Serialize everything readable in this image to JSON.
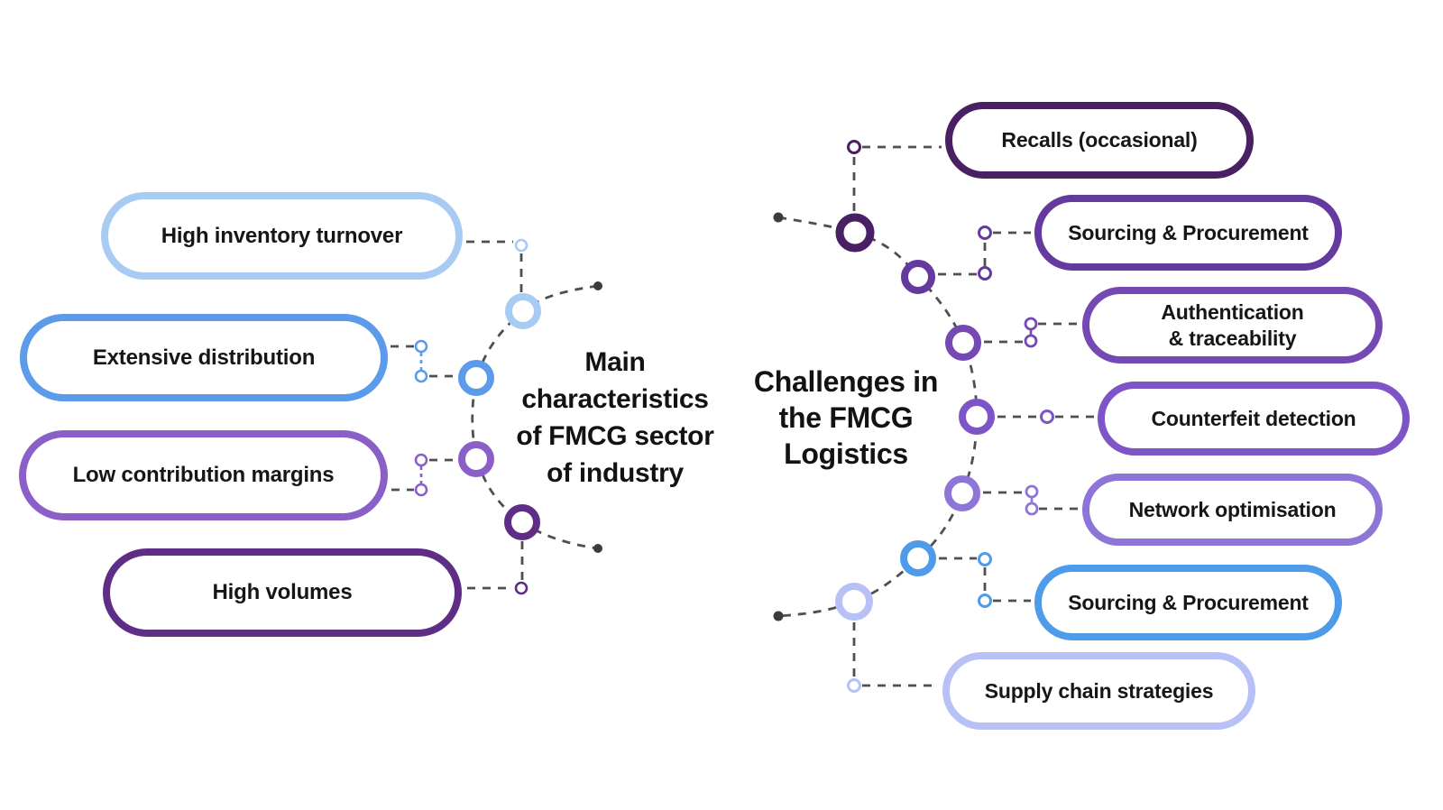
{
  "background": "#ffffff",
  "palette": {
    "dash_line": "#4f4f4f",
    "end_dot": "#3c3c3c",
    "pill_text": "#161616",
    "title_text": "#121212"
  },
  "left_diagram": {
    "title": "Main\ncharacteristics\nof FMCG sector\nof industry",
    "items": [
      {
        "label": "High inventory turnover",
        "color": "#a8cbf3"
      },
      {
        "label": "Extensive distribution",
        "color": "#5b9be9"
      },
      {
        "label": "Low contribution margins",
        "color": "#8a5fc8"
      },
      {
        "label": "High volumes",
        "color": "#5e2e87"
      }
    ]
  },
  "right_diagram": {
    "title": "Challenges in\nthe FMCG\nLogistics",
    "items": [
      {
        "label": "Recalls (occasional)",
        "color": "#492063"
      },
      {
        "label": "Sourcing & Procurement",
        "color": "#643a9e"
      },
      {
        "label": "Authentication\n& traceability",
        "color": "#7549b3"
      },
      {
        "label": "Counterfeit detection",
        "color": "#7e55c6"
      },
      {
        "label": "Network optimisation",
        "color": "#8f75d8"
      },
      {
        "label": "Sourcing & Procurement",
        "color": "#4e9bea"
      },
      {
        "label": "Supply chain strategies",
        "color": "#b7c1f6"
      }
    ]
  }
}
